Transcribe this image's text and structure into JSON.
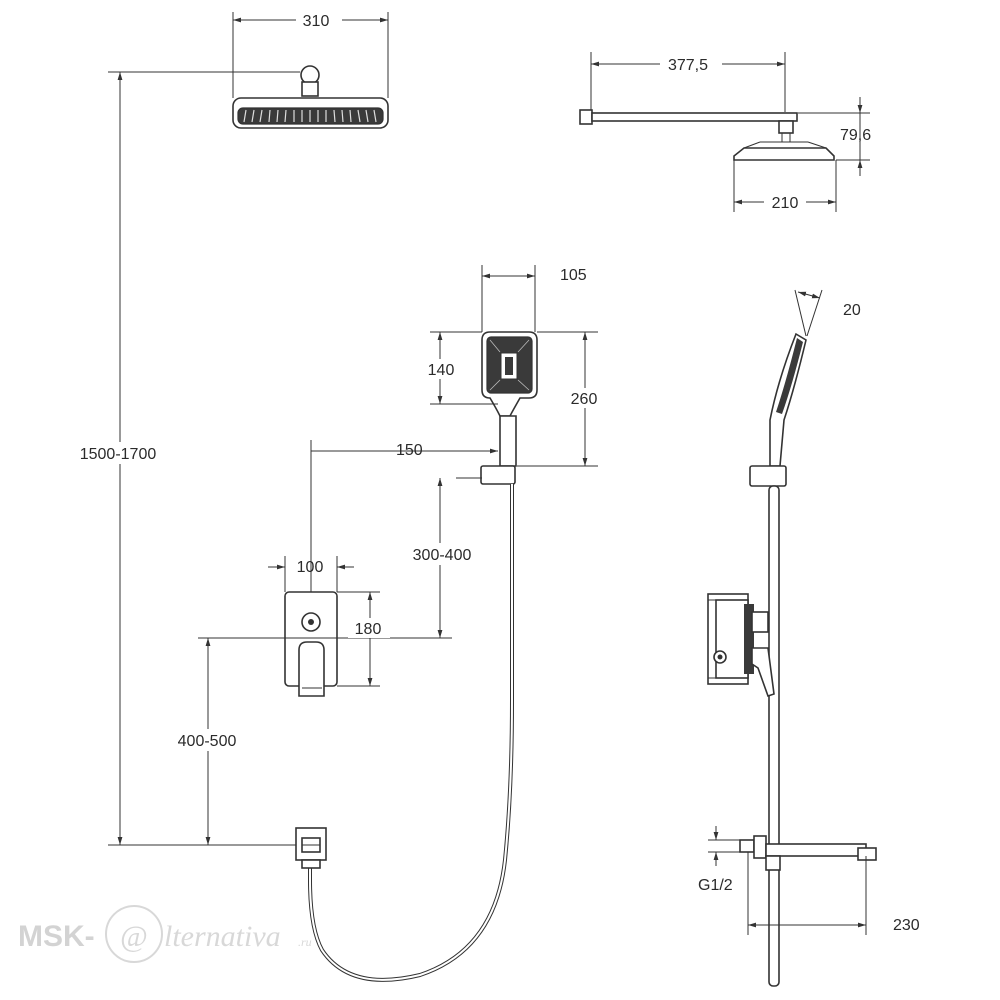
{
  "dimensions": {
    "head_width_front": "310",
    "arm_length": "377,5",
    "head_height_side": "79,6",
    "head_diameter_side": "210",
    "hand_width": "105",
    "hand_thickness": "20",
    "hand_head_height": "140",
    "hand_total_height": "260",
    "holder_offset": "150",
    "holder_height": "300-400",
    "mixer_width": "100",
    "mixer_height": "180",
    "overall_height": "1500-1700",
    "mixer_from_floor": "400-500",
    "thread": "G1/2",
    "spout_length": "230"
  },
  "watermark": {
    "brand_prefix": "MSK-",
    "brand_at": "@",
    "brand_suffix": "lternativa",
    "brand_tld": ".ru"
  }
}
